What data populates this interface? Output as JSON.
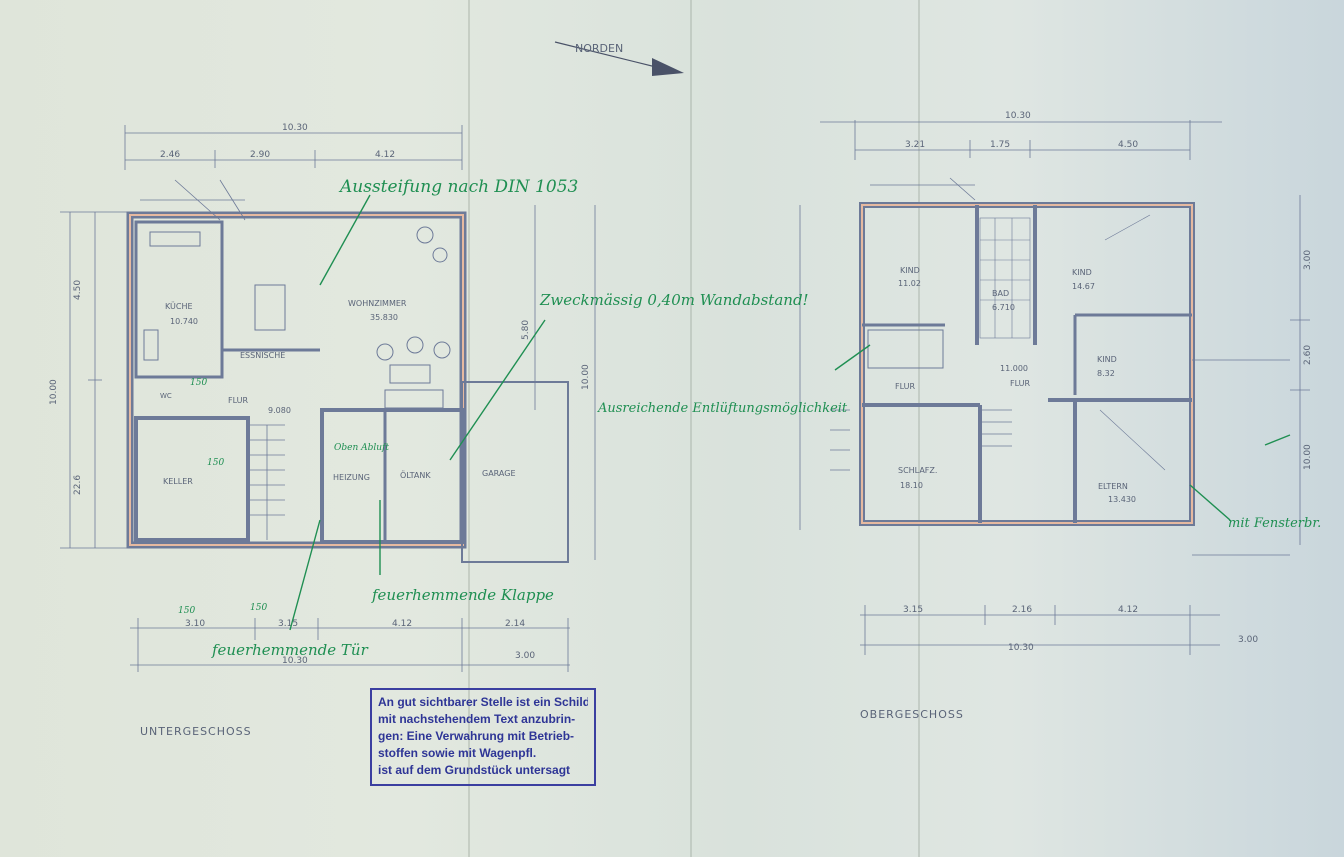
{
  "compass": {
    "label": "NORDEN"
  },
  "ground_floor": {
    "title": "UNTERGESCHOSS",
    "overall_top": "10.30",
    "overall_bottom": "10.30",
    "dims_top": [
      "2.46",
      "2.90",
      "4.12"
    ],
    "dims_bottom": [
      "3.10",
      "3.15",
      "4.12",
      "2.14",
      "3.00"
    ],
    "dims_left": [
      "4.50",
      "22.6",
      "10.00"
    ],
    "dims_right": [
      "5.80",
      "10.00"
    ],
    "rooms": [
      {
        "name": "KÜCHE",
        "area": "10.740"
      },
      {
        "name": "WOHNZIMMER",
        "area": "35.830"
      },
      {
        "name": "ESSNISCHE",
        "area": ""
      },
      {
        "name": "FLUR",
        "area": "9.080"
      },
      {
        "name": "KELLER",
        "area": ""
      },
      {
        "name": "HEIZUNG",
        "area": ""
      },
      {
        "name": "ÖLTANK",
        "area": ""
      },
      {
        "name": "GARAGE",
        "area": ""
      },
      {
        "name": "WC",
        "area": ""
      }
    ]
  },
  "upper_floor": {
    "title": "OBERGESCHOSS",
    "overall_top": "10.30",
    "overall_bottom": "10.30",
    "dims_top": [
      "3.21",
      "1.75",
      "4.50"
    ],
    "dims_bottom": [
      "3.15",
      "2.16",
      "4.12",
      "3.00"
    ],
    "dims_right": [
      "3.00",
      "2.60",
      "10.00"
    ],
    "rooms": [
      {
        "name": "KIND",
        "area": "11.02"
      },
      {
        "name": "BAD",
        "area": "6.710"
      },
      {
        "name": "KIND",
        "area": "14.67"
      },
      {
        "name": "KIND",
        "area": "8.32"
      },
      {
        "name": "FLUR",
        "area": "11.000"
      },
      {
        "name": "FLUR",
        "area": ""
      },
      {
        "name": "SCHLAFZ.",
        "area": "18.10"
      },
      {
        "name": "ELTERN",
        "area": "13.430"
      }
    ]
  },
  "annotations": [
    "Aussteifung nach DIN 1053",
    "Zweckmässig 0,40m Wandabstand!",
    "Ausreichende Entlüftungsmöglichkeit",
    "feuerhemmende Klappe",
    "feuerhemmende Tür",
    "Oben Abluft",
    "mit Fensterbr.",
    "150",
    "150",
    "150",
    "150"
  ],
  "stamp": {
    "lines": [
      "An gut sichtbarer Stelle ist ein Schild",
      "mit nachstehendem Text anzubrin-",
      "gen: Eine Verwahrung mit Betrieb-",
      "stoffen sowie mit Wagenpfl.",
      "ist auf dem Grundstück untersagt"
    ]
  }
}
